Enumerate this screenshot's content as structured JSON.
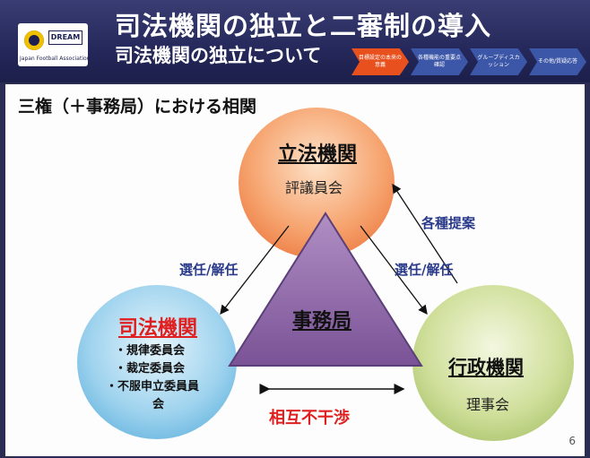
{
  "header": {
    "title": "司法機関の独立と二審制の導入",
    "subtitle": "司法機関の独立について",
    "logo": {
      "mark": "DREAM",
      "text": "Japan Football Association"
    },
    "steps": [
      {
        "label": "目標設定の本来の意義",
        "active": true
      },
      {
        "label": "各種機能の重要点確認",
        "active": false
      },
      {
        "label": "グループディスカッション",
        "active": false
      },
      {
        "label": "その他/質疑応答",
        "active": false
      }
    ],
    "colors": {
      "active_step": "#e8501e",
      "other_step": "#3c56a8"
    }
  },
  "slide": {
    "title": "三権（＋事務局）における相関",
    "page_number": "6",
    "legislative": {
      "name": "立法機関",
      "body": "評議員会"
    },
    "judicial": {
      "name": "司法機関",
      "lines": [
        "・規律委員会",
        "・裁定委員会",
        "・不服申立委員員",
        "会"
      ]
    },
    "executive": {
      "name": "行政機関",
      "body": "理事会"
    },
    "secretariat": {
      "name": "事務局"
    },
    "arrow_labels": {
      "appoint_left": "選任/解任",
      "appoint_right": "選任/解任",
      "proposals": "各種提案",
      "non_interference": "相互不干渉"
    }
  }
}
